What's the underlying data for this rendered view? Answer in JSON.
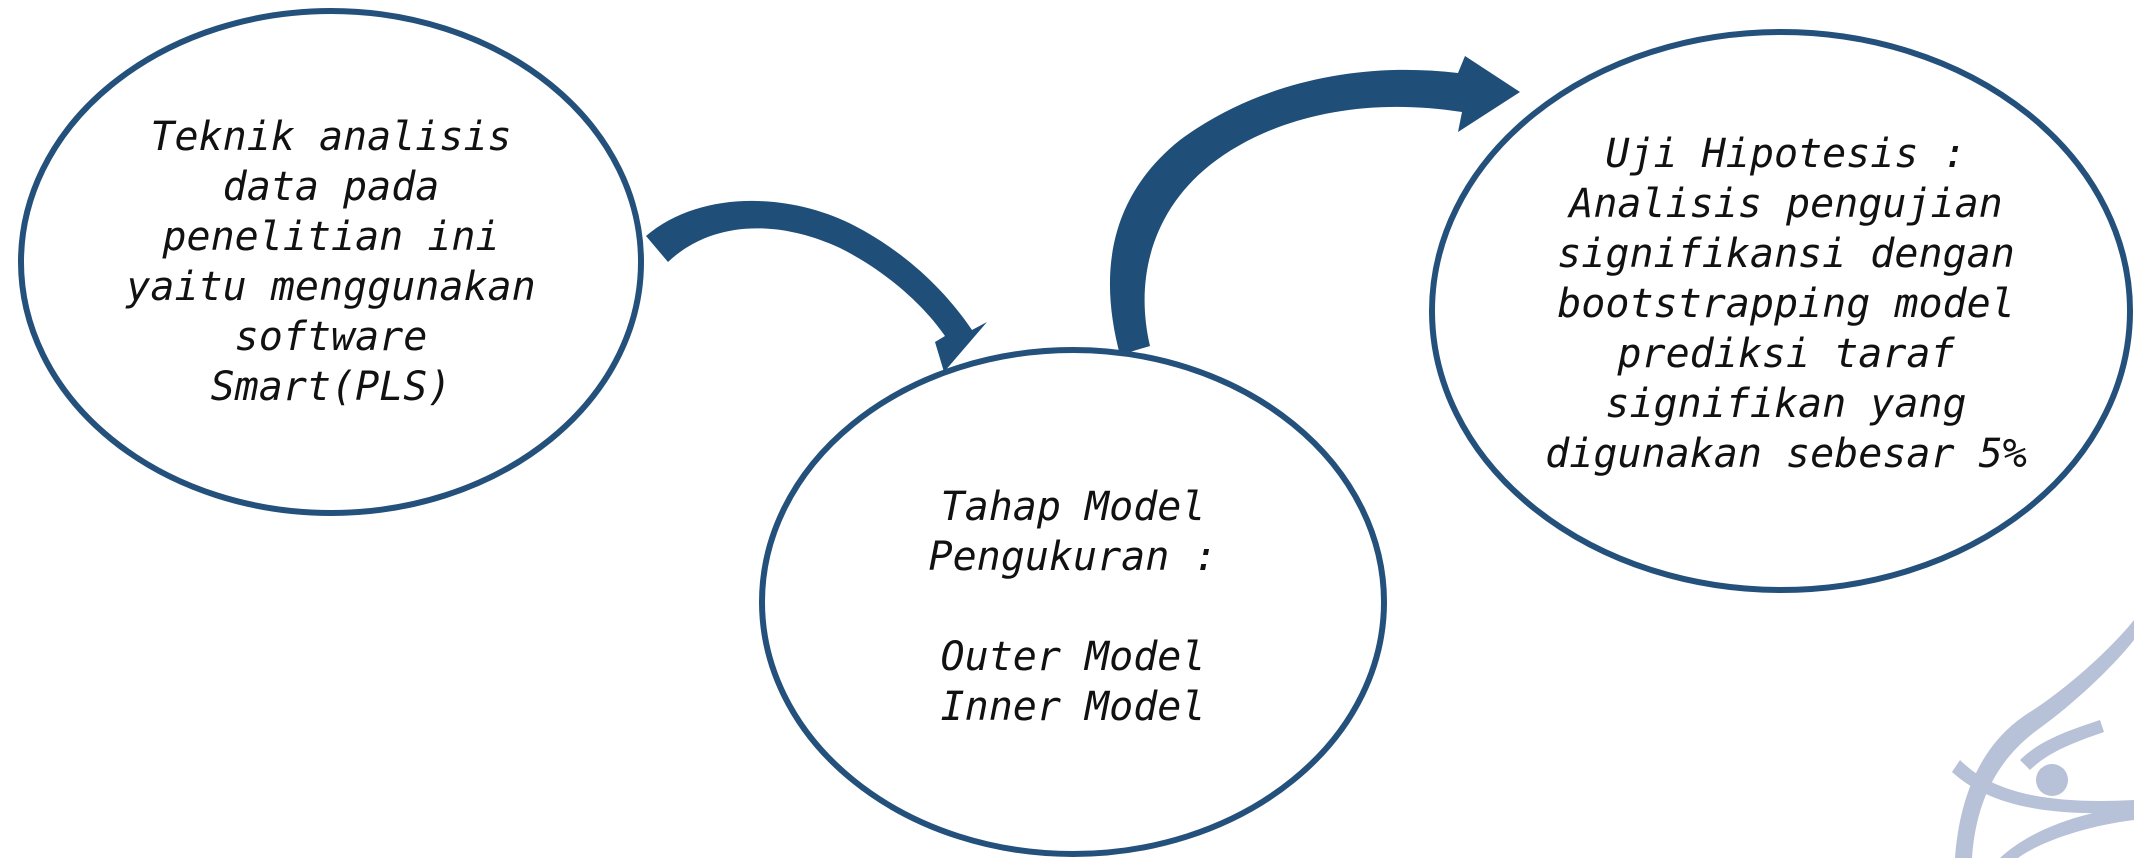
{
  "colors": {
    "ellipse_stroke": "#24507c",
    "arrow_fill": "#1f4e79",
    "watermark": "#b7c1d7",
    "text": "#111111",
    "background": "#ffffff"
  },
  "nodes": {
    "teknik": {
      "lines": [
        "Teknik analisis",
        "data pada",
        "penelitian ini",
        "yaitu menggunakan",
        "software",
        "Smart(PLS)"
      ]
    },
    "tahap": {
      "heading": [
        "Tahap Model",
        "Pengukuran :"
      ],
      "items": [
        "Outer Model",
        "Inner Model"
      ]
    },
    "uji": {
      "lines": [
        "Uji Hipotesis :",
        "Analisis pengujian",
        "signifikansi dengan",
        "bootstrapping model",
        "prediksi taraf",
        "signifikan yang",
        "digunakan sebesar 5%"
      ]
    }
  },
  "decoration": {
    "watermark_icon": "network-node-watermark-icon"
  }
}
